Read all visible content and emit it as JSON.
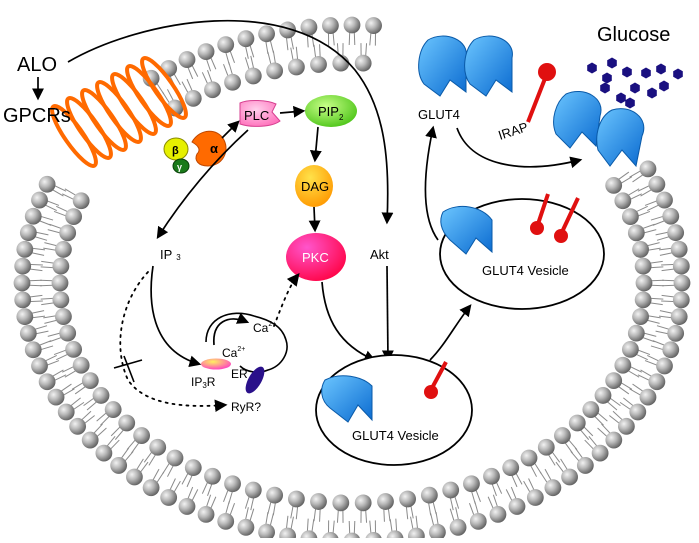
{
  "labels": {
    "alo": "ALO",
    "gpcrs": "GPCRs",
    "plc": "PLC",
    "pip2_main": "PIP",
    "pip2_sub": "2",
    "dag": "DAG",
    "pkc": "PKC",
    "ip3_main": "IP",
    "ip3_sub": "3",
    "akt": "Akt",
    "ca_main": "Ca",
    "ca_sup": "2+",
    "ip3r_main": "IP",
    "ip3r_sub": "3",
    "ip3r_r": "R",
    "er": "ER",
    "ryr": "RyR?",
    "glut4": "GLUT4",
    "irap": "IRAP",
    "glucose": "Glucose",
    "vesicle_lower": "GLUT4 Vesicle",
    "vesicle_upper": "GLUT4 Vesicle",
    "g_alpha": "α",
    "g_beta": "β",
    "g_gamma": "γ"
  },
  "colors": {
    "gpcr": "#ff6a00",
    "g_alpha": "#ff6a00",
    "g_beta": "#e4f000",
    "g_gamma": "#1a7a1a",
    "plc": "#ff82c8",
    "pip2": "#66dd22",
    "dag": "#ffaa00",
    "pkc": "#ff0066",
    "ip3r": "#ff44cc",
    "ryr": "#2a108a",
    "glut4": "#1a8ee8",
    "irap": "#e01010",
    "glucose": "#1a1080",
    "lipid_head": "#9a9a9a"
  }
}
